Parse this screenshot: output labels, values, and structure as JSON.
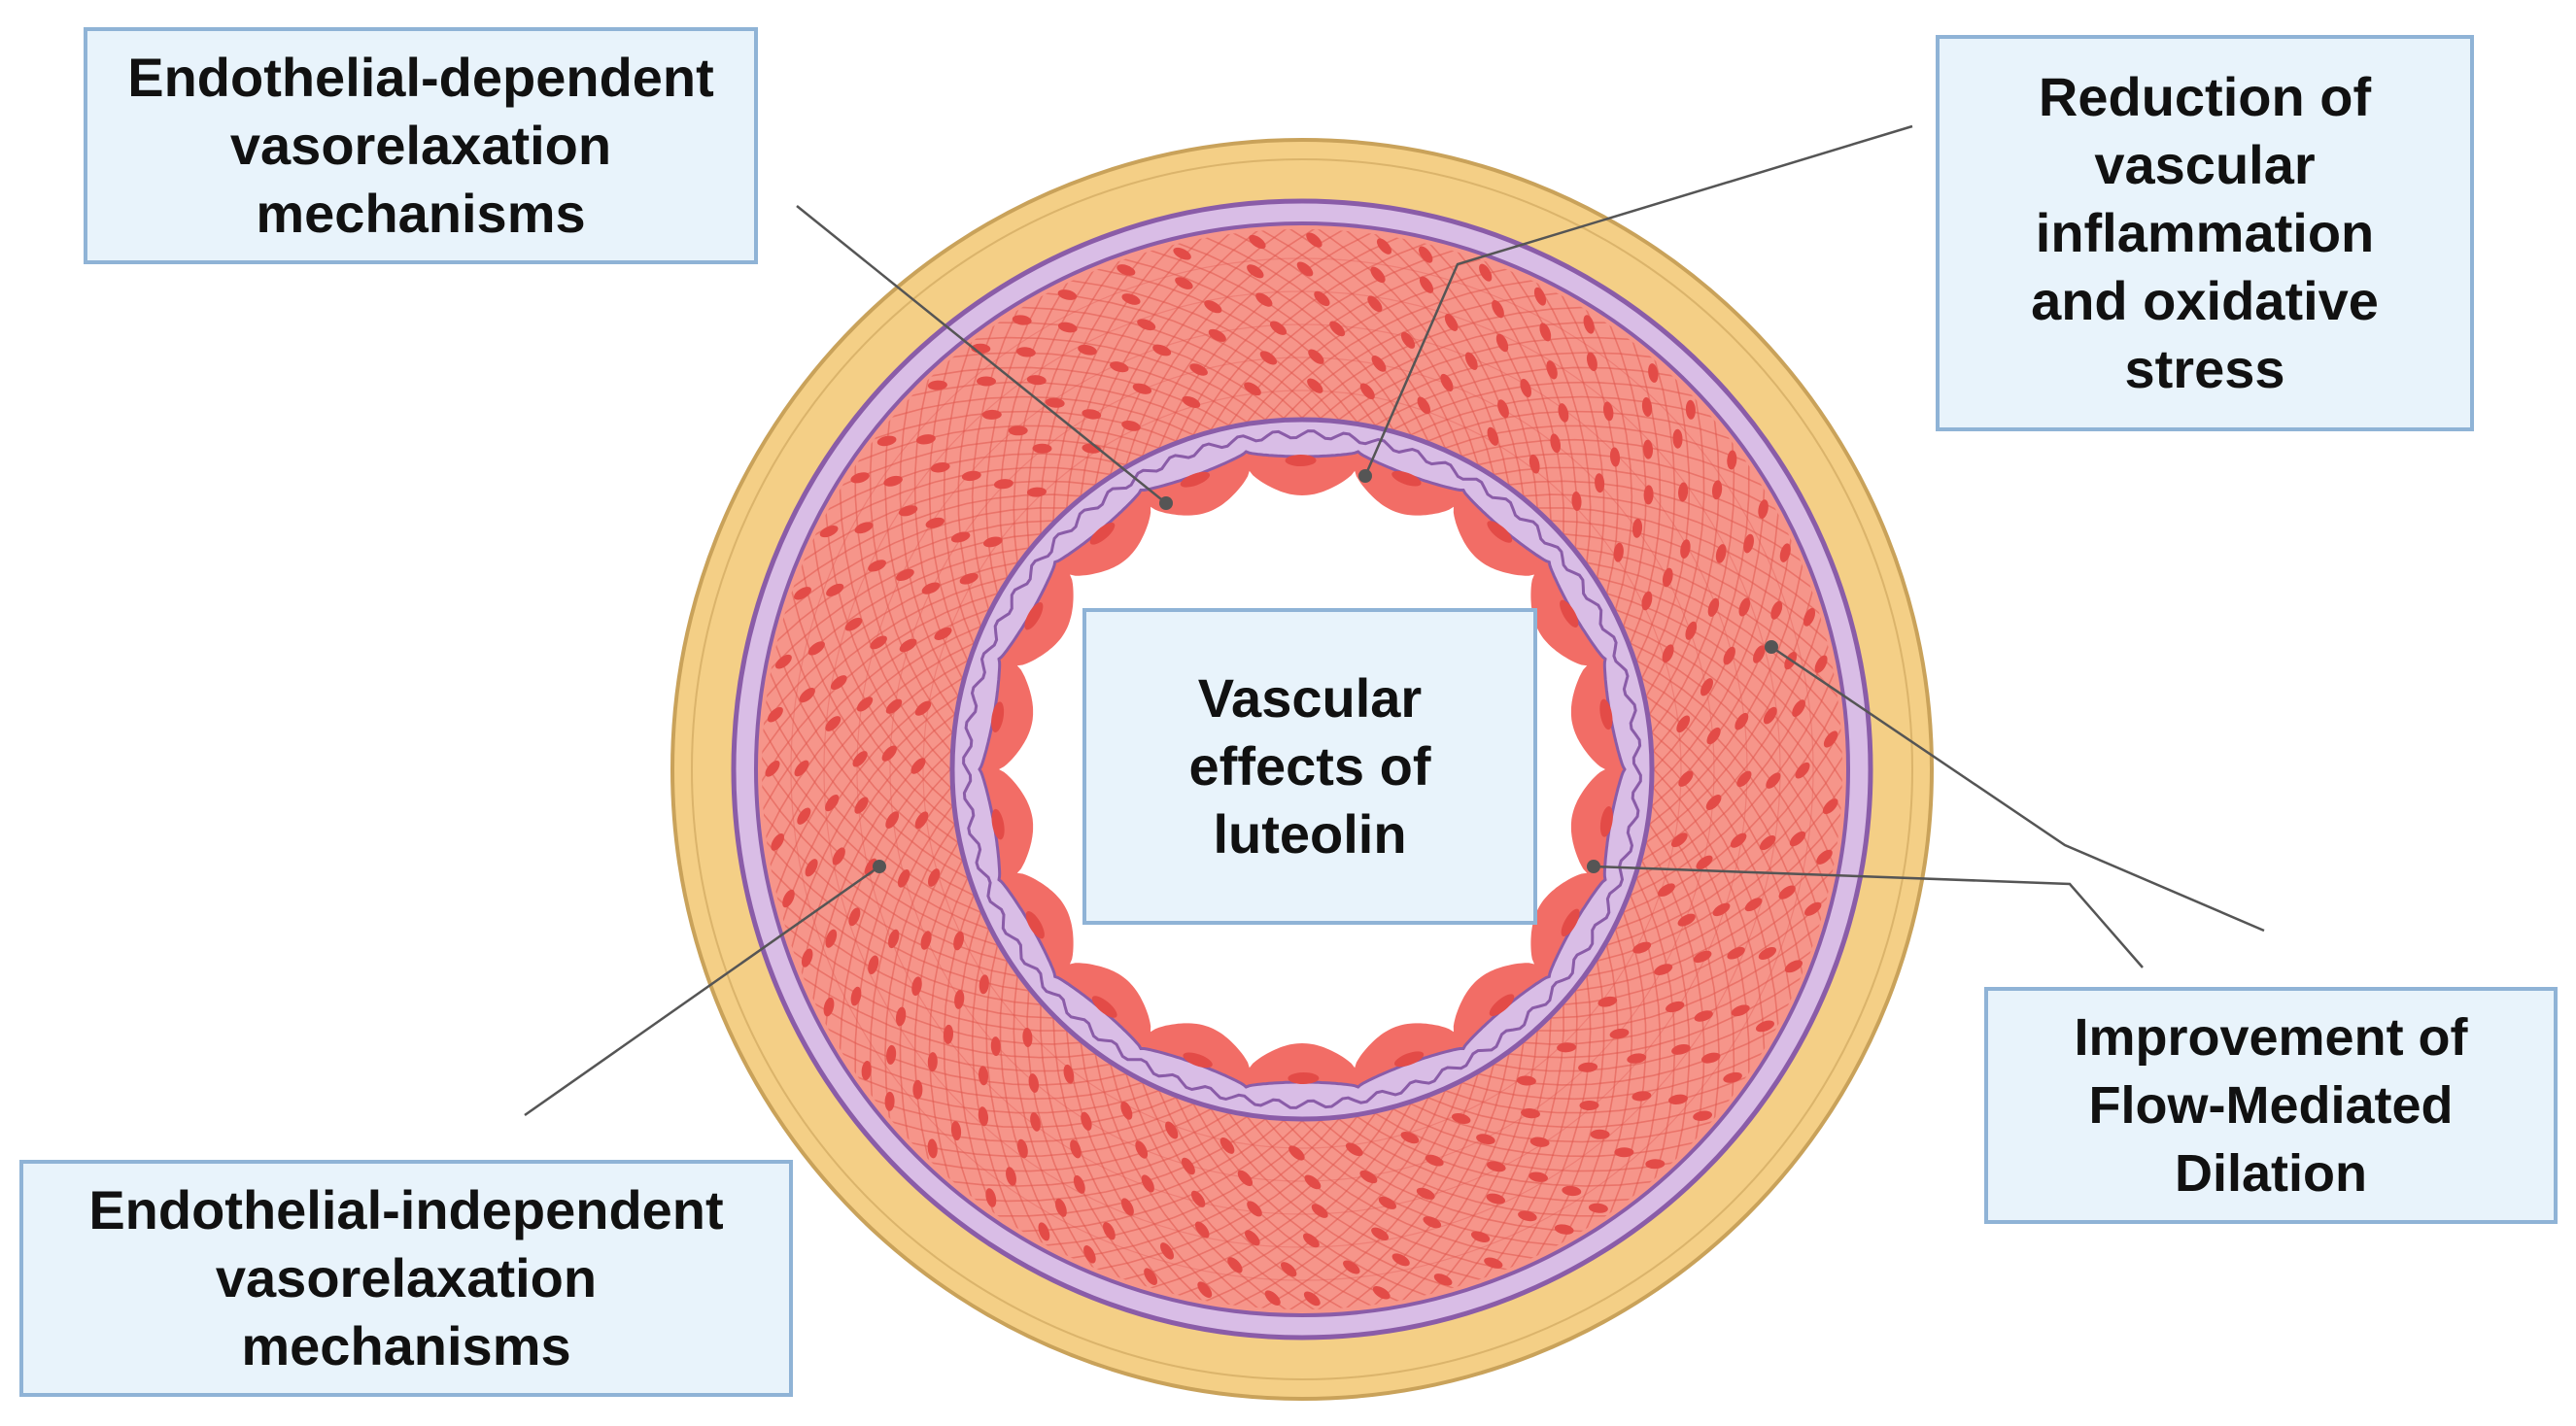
{
  "diagram": {
    "center_label": [
      "Vascular",
      "effects of",
      "luteolin"
    ],
    "top_left_label": [
      "Endothelial-dependent",
      "vasorelaxation",
      "mechanisms"
    ],
    "top_right_label": [
      "Reduction of",
      "vascular",
      "inflammation",
      "and oxidative",
      "stress"
    ],
    "bottom_right_label": [
      "Improvement of",
      "Flow-Mediated",
      "Dilation"
    ],
    "bottom_left_label": [
      "Endothelial-independent",
      "vasorelaxation",
      "mechanisms"
    ]
  },
  "colors": {
    "adventitia": "#f4cf86",
    "adventitia_edge": "#c9a25a",
    "elastic_lamina": "#d9bde6",
    "elastic_edge": "#8a5ca8",
    "media": "#f6958a",
    "smooth_muscle_lines": "#e0574f",
    "nuclei": "#e34b47",
    "endothelium": "#f26d66",
    "lumen": "#ffffff",
    "label_fill": "#e8f3fb",
    "label_border": "#8fb3d6",
    "leader_line": "#555555"
  }
}
